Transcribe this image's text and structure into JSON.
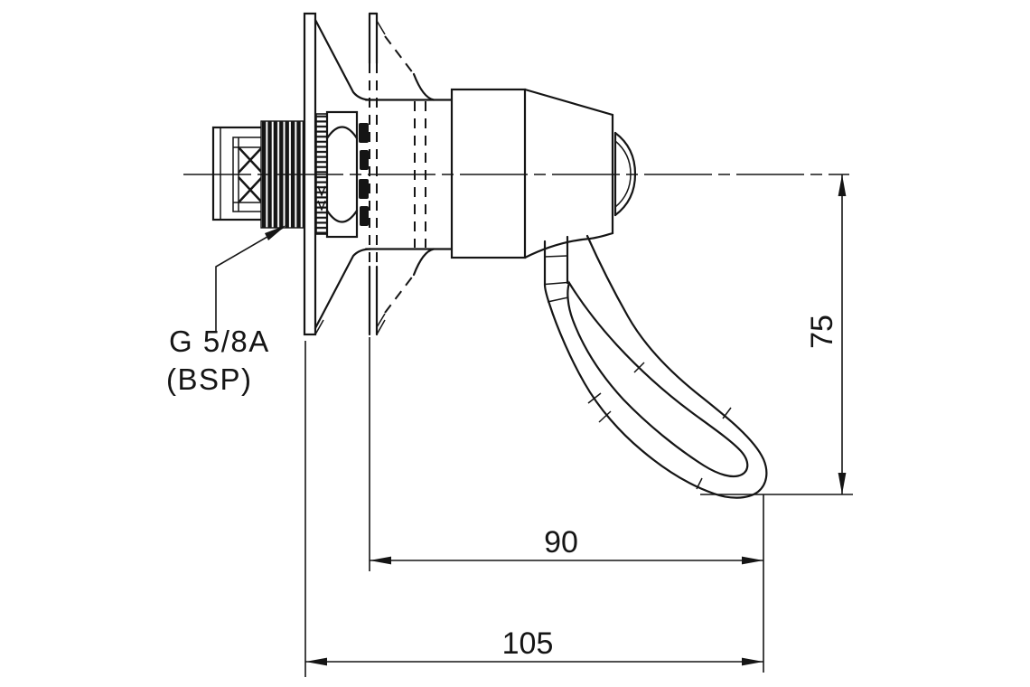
{
  "drawing": {
    "background_color": "#ffffff",
    "line_color": "#151515",
    "callout": {
      "line1": "G 5/8A",
      "line2": "(BSP)"
    },
    "dimensions": {
      "vertical_drop": "75",
      "handle_projection": "90",
      "overall_projection": "105"
    }
  }
}
